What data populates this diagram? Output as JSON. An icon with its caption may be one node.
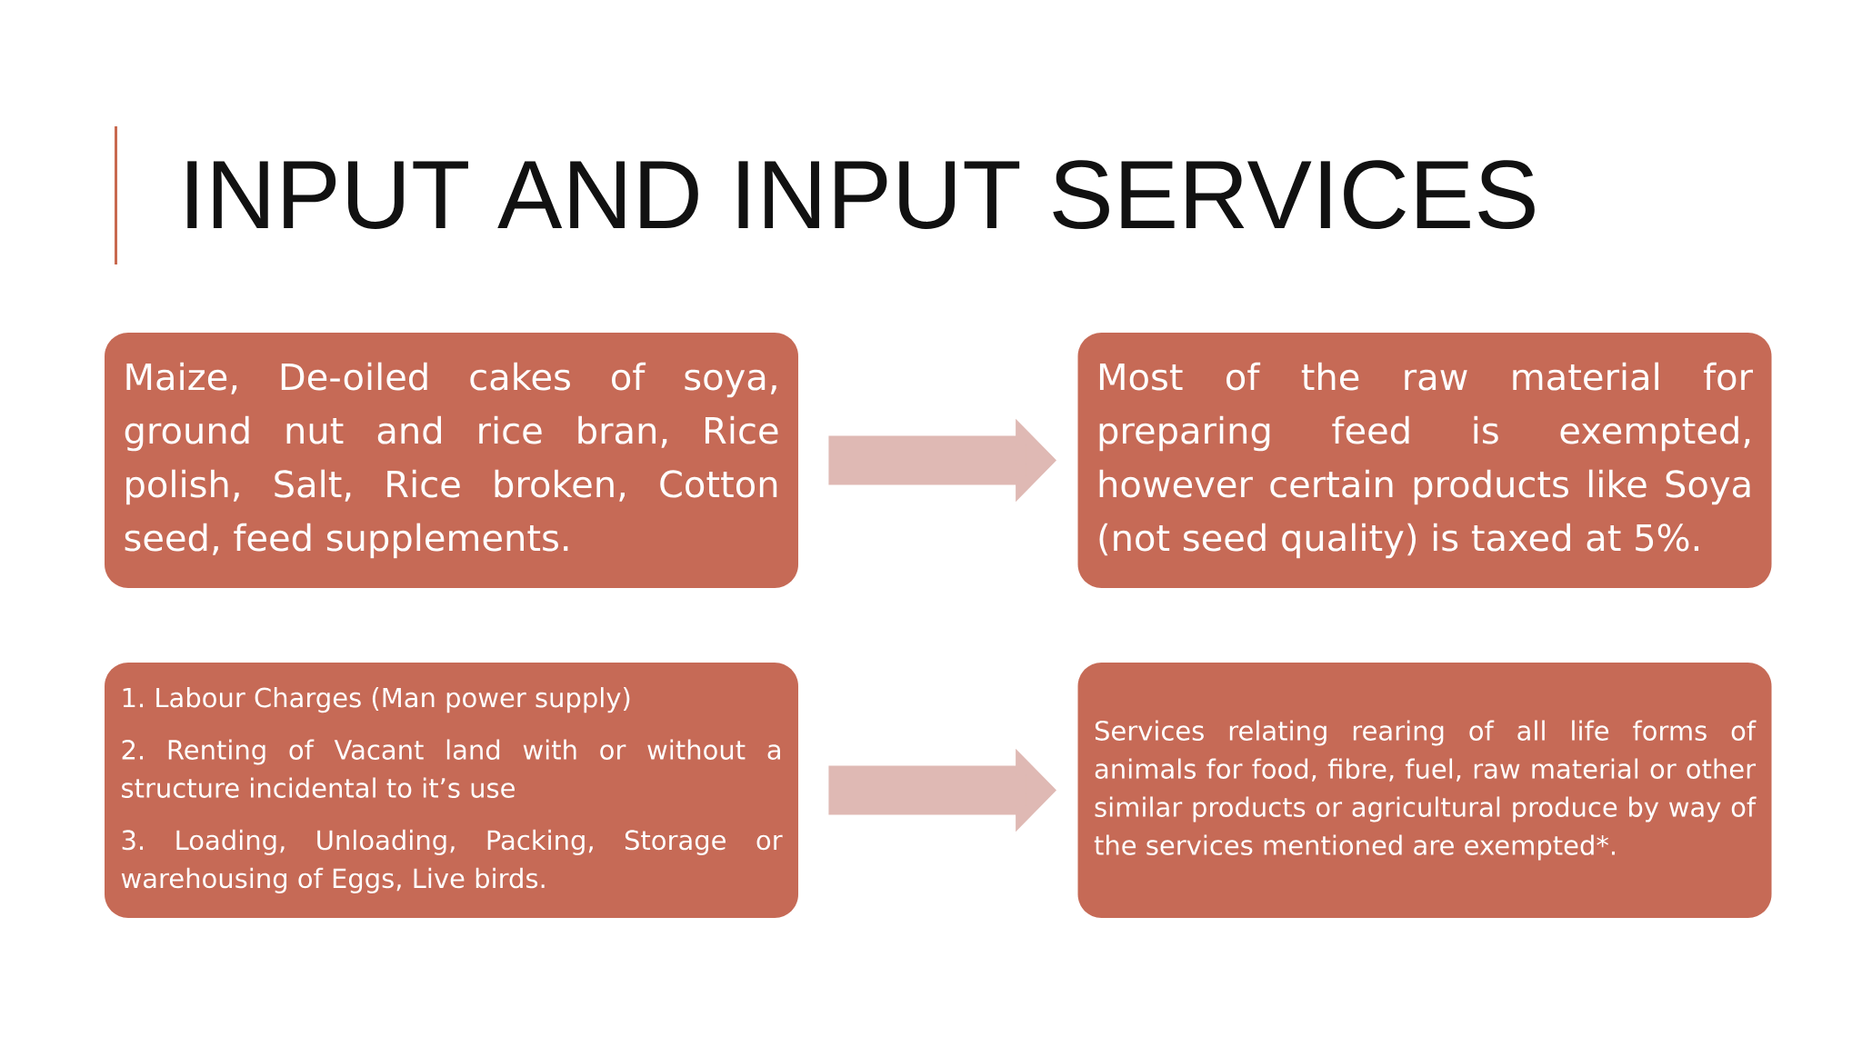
{
  "diagram": {
    "title": "INPUT AND INPUT SERVICES",
    "nodes": [
      {
        "text": [
          "Maize, De-oiled cakes of soya, ground nut and rice bran, Rice polish, Salt, Rice broken, Cotton seed, feed supplements."
        ]
      },
      {
        "text": [
          "Most of the raw material for preparing feed is exempted, however certain products like Soya (not seed quality) is taxed at 5%."
        ]
      },
      {
        "text": [
          "1. Labour Charges (Man power supply)",
          "2. Renting of Vacant land with or without a structure incidental to it’s use",
          "3. Loading, Unloading, Packing, Storage or warehousing of Eggs, Live birds."
        ]
      },
      {
        "text": [
          "Services relating rearing of all life forms of animals for food, fibre, fuel, raw material or other similar products or agricultural produce by way of the services mentioned are exempted*."
        ]
      }
    ],
    "edges": [
      {
        "from": 0,
        "to": 1,
        "arrow": "to"
      },
      {
        "from": 2,
        "to": 3,
        "arrow": "to"
      }
    ]
  }
}
